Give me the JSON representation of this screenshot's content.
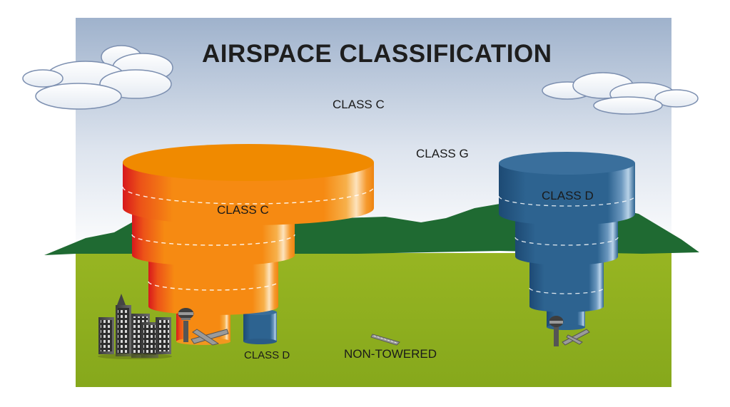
{
  "title": "AIRSPACE CLASSIFICATION",
  "labels": {
    "upper_class": "CLASS C",
    "class_g": "CLASS G",
    "class_c_cylinder": "CLASS C",
    "class_d_cylinder": "CLASS D",
    "class_d_ground": "CLASS D",
    "non_towered": "NON-TOWERED"
  },
  "colors": {
    "sky_top": "#9fb2cc",
    "sky_bottom": "#ffffff",
    "ground": "#8dae1f",
    "hills": "#1f6a32",
    "class_c": "#f08a00",
    "class_c_edge": "#e2241e",
    "class_d": "#2b5f8b"
  }
}
